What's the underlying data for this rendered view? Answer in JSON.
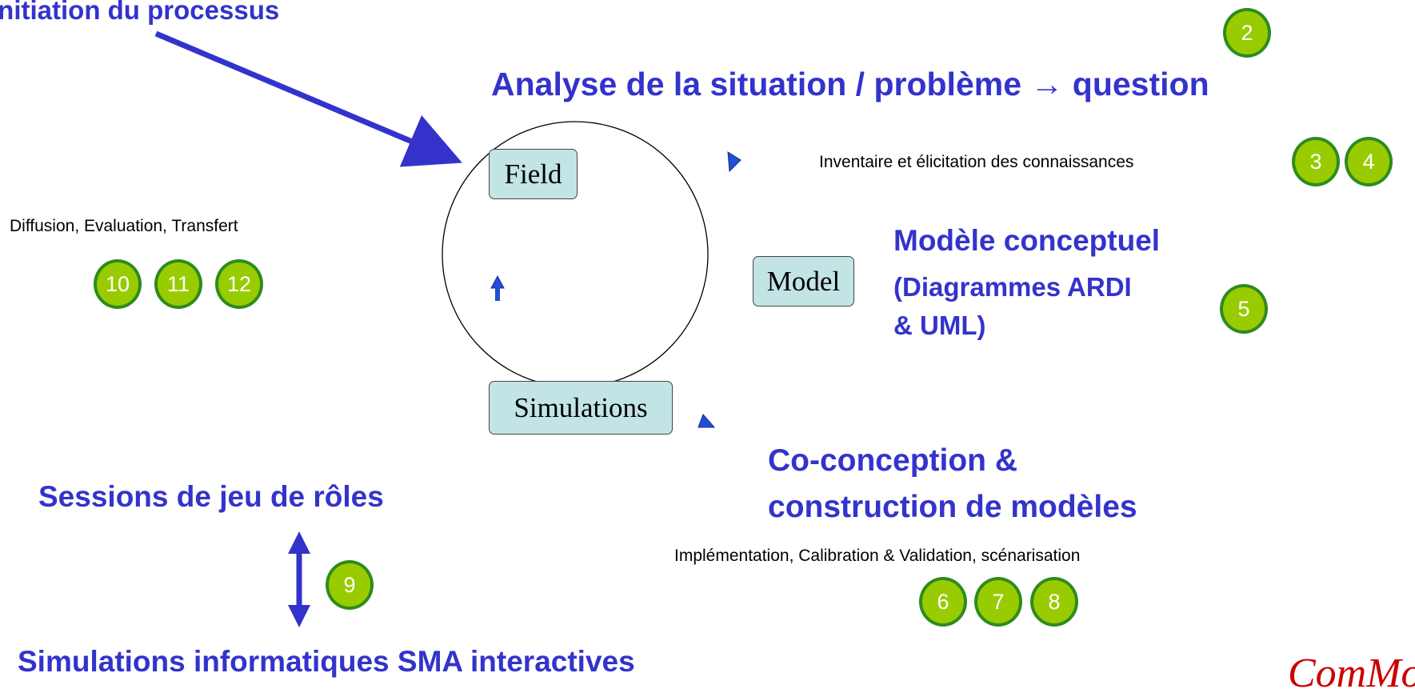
{
  "headings": {
    "initiation": "Initiation du processus",
    "analyse": "Analyse de la situation / problème → question",
    "modele_line1": "Modèle conceptuel",
    "modele_line2": "(Diagrammes ARDI",
    "modele_line3": "& UML)",
    "coconception_line1": "Co-conception &",
    "coconception_line2": "construction de modèles",
    "sessions": "Sessions de jeu de rôles",
    "simulations_info": "Simulations informatiques SMA interactives"
  },
  "subtexts": {
    "inventaire": "Inventaire et élicitation des connaissances",
    "diffusion": "Diffusion, Evaluation, Transfert",
    "implementation": "Implémentation, Calibration & Validation,  scénarisation"
  },
  "nodes": {
    "field": "Field",
    "model": "Model",
    "simulations": "Simulations"
  },
  "badges": {
    "b2": "2",
    "b3": "3",
    "b4": "4",
    "b5": "5",
    "b6": "6",
    "b7": "7",
    "b8": "8",
    "b9": "9",
    "b10": "10",
    "b11": "11",
    "b12": "12"
  },
  "logo": "ComMod",
  "colors": {
    "heading_blue": "#3333cc",
    "badge_fill": "#99cc00",
    "badge_border": "#2e8b1e",
    "node_fill": "#c2e4e4",
    "logo_red": "#cc0000"
  }
}
